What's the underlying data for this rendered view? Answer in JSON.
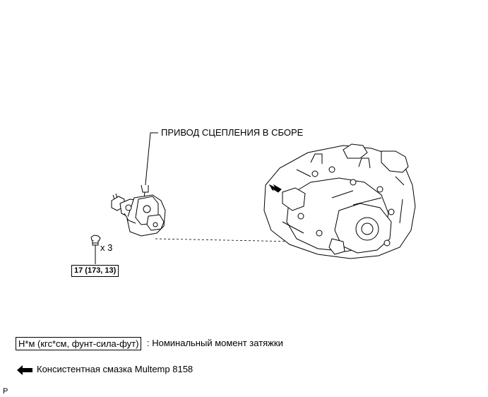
{
  "diagram": {
    "part_label": "ПРИВОД СЦЕПЛЕНИЯ В СБОРЕ",
    "bolt_quantity": "x 3",
    "torque_spec": "17 (173, 13)"
  },
  "legend": {
    "torque_units": "Н*м (кгс*см, фунт-сила-фут)",
    "torque_description": ": Номинальный момент затяжки",
    "grease_icon": "black-arrow-left-icon",
    "grease_description": "Консистентная смазка Multemp 8158"
  },
  "footer": {
    "code": "P"
  }
}
